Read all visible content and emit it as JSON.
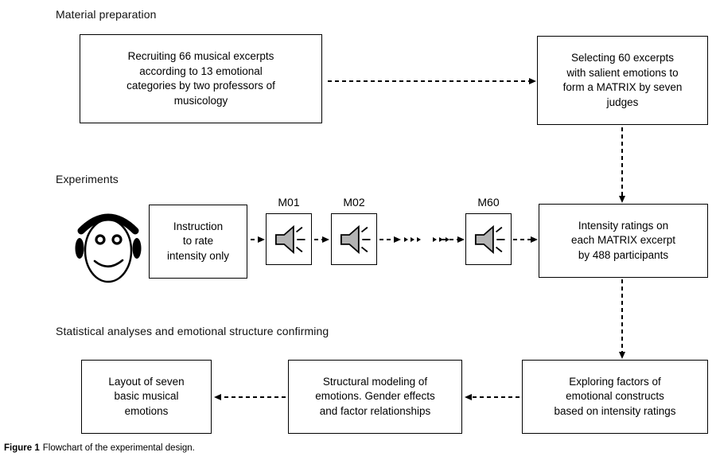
{
  "sections": {
    "material_preparation": "Material preparation",
    "experiments": "Experiments",
    "statistical": "Statistical analyses and emotional structure confirming"
  },
  "boxes": {
    "recruiting": "Recruiting 66 musical excerpts\naccording to 13 emotional\ncategories by two professors of\nmusicology",
    "selecting": "Selecting 60 excerpts\nwith salient emotions to\nform a MATRIX by seven\njudges",
    "instruction": "Instruction\nto rate\nintensity only",
    "intensity": "Intensity ratings on\neach MATRIX excerpt\nby 488 participants",
    "exploring": "Exploring factors of\nemotional constructs\nbased on intensity ratings",
    "structural": "Structural modeling of\nemotions. Gender effects\nand factor relationships",
    "layout": "Layout of seven\nbasic musical\nemotions"
  },
  "excerpt_labels": [
    "M01",
    "M02",
    "M60"
  ],
  "icons": {
    "listener": "listener-headphones-face-icon",
    "excerpt": "speaker-icon"
  },
  "caption": {
    "label": "Figure 1",
    "text": "Flowchart of the experimental design."
  },
  "colors": {
    "line": "#000000",
    "speaker_fill": "#b3b3b3",
    "background": "#ffffff"
  }
}
